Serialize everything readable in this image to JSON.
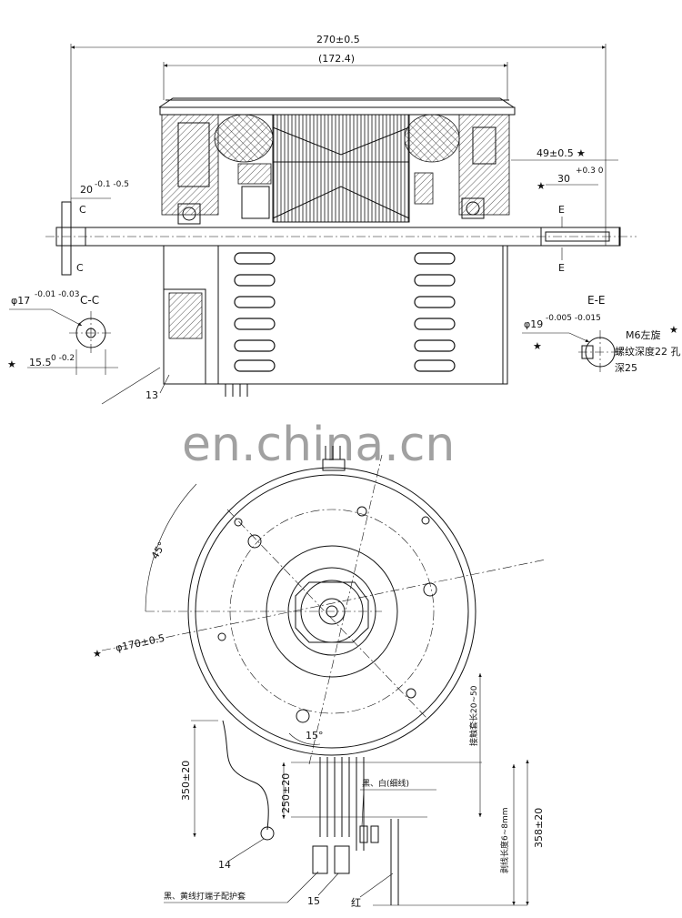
{
  "dimensions": {
    "overall_length": "270±0.5",
    "body_length": "(172.4)",
    "shaft_right": "49±0.5",
    "shaft_key": "30",
    "shaft_key_tol": "+0.3 0",
    "shaft_left": "20",
    "shaft_left_tol": "-0.1 -0.5",
    "dia_cc": "φ17",
    "dia_cc_tol": "-0.01 -0.03",
    "dim_155": "15.5",
    "dim_155_tol": "0 -0.2",
    "dia_ee": "φ19",
    "dia_ee_tol": "-0.005 -0.015",
    "thread_note_1": "M6左旋",
    "thread_note_2": "螺纹深度22 孔",
    "thread_note_3": "深25",
    "part_13": "13",
    "angle_45": "45°",
    "dia_outer": "φ170±0.5",
    "angle_15": "15°",
    "lead_sleeve": "接触套长20~50",
    "lead_350": "350±20",
    "lead_250": "250±20",
    "lead_358": "358±20",
    "strip_len": "剥线长度6~8mm",
    "wire_note": "黑、白(细线)",
    "part_14": "14",
    "part_15": "15",
    "terminal_note": "黑、黄线打端子配护套",
    "red": "红"
  },
  "section_labels": {
    "cc": "C-C",
    "ee": "E-E",
    "c": "C",
    "e": "E"
  },
  "markers": {
    "star": "★"
  },
  "watermark": "en.china.cn"
}
